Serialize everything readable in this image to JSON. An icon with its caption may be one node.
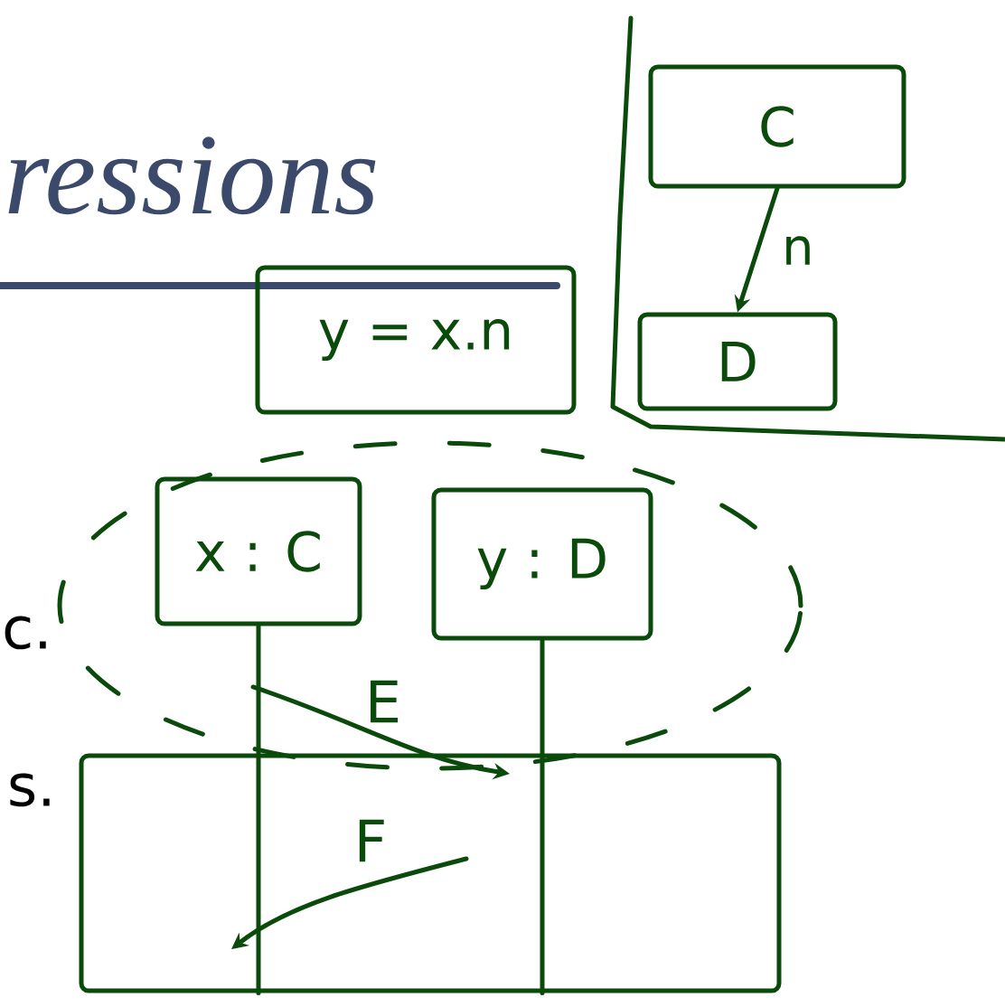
{
  "diagram": {
    "title": "ressions",
    "nodes": [
      {
        "text": [
          "C"
        ]
      },
      {
        "text": [
          "D"
        ]
      },
      {
        "text": [
          "y = x.n"
        ]
      },
      {
        "text": [
          "x : C"
        ]
      },
      {
        "text": [
          "y : D"
        ]
      },
      {
        "text": [],
        "shape": "box"
      }
    ],
    "edges": [
      {
        "from": 0,
        "to": 1,
        "arrow": "to",
        "label": "n"
      },
      {
        "from": 3,
        "to": 5,
        "arrow": "none"
      },
      {
        "from": 4,
        "to": 5,
        "arrow": "none"
      }
    ],
    "labels": [
      "c.",
      "E",
      "s.",
      "F"
    ]
  }
}
